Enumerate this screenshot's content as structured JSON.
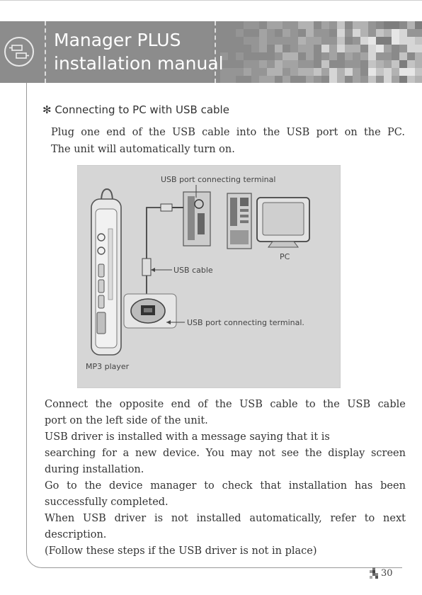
{
  "header": {
    "title_line1": "Manager PLUS",
    "title_line2": "installation manual"
  },
  "section": {
    "heading": "✻ Connecting to PC with USB cable",
    "intro_line1_words": [
      "Plug",
      "one",
      "end",
      "of",
      "the",
      "USB",
      "cable",
      "into",
      "the",
      "USB",
      "port",
      "on",
      "the",
      "PC."
    ],
    "intro_line2": "The unit will automatically turn on."
  },
  "figure": {
    "label_usb_port_top": "USB port connecting terminal",
    "label_pc": "PC",
    "label_usb_cable": "USB cable",
    "label_usb_port_bottom": "USB port connecting terminal.",
    "label_mp3": "MP3 player"
  },
  "body_lines": [
    {
      "text": "Connect the opposite end of the USB cable to the USB cable",
      "justify": true
    },
    {
      "text": "port on the left side of the unit.",
      "justify": false
    },
    {
      "text": "USB driver is installed with a message saying that it is",
      "justify": false
    },
    {
      "text": "searching for a new device. You may not see the display screen",
      "justify": true
    },
    {
      "text": "during installation.",
      "justify": false
    },
    {
      "text": "Go to the device manager to check that installation has been",
      "justify": true
    },
    {
      "text": "successfully completed.",
      "justify": false
    },
    {
      "text": "When USB driver is not installed automatically, refer to next",
      "justify": true
    },
    {
      "text": "description.",
      "justify": false
    },
    {
      "text": "(Follow these steps if the USB driver is not in place)",
      "justify": false
    }
  ],
  "page_number": "30",
  "colors": {
    "header_bg": "#8c8c8c",
    "figure_bg": "#d6d6d6",
    "text": "#333333"
  }
}
